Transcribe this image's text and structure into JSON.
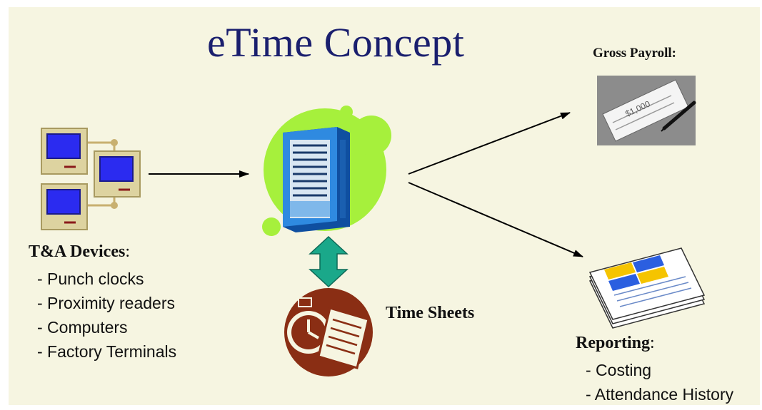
{
  "title": "eTime Concept",
  "devices": {
    "heading": "T&A Devices",
    "colon": ":",
    "items": [
      "- Punch clocks",
      "- Proximity readers",
      "- Computers",
      "- Factory Terminals"
    ]
  },
  "timesheets": {
    "label": "Time Sheets"
  },
  "payroll": {
    "label": "Gross Payroll:",
    "check_amount": "$1,000"
  },
  "reporting": {
    "heading": "Reporting",
    "colon": ":",
    "items": [
      "- Costing",
      "- Attendance History"
    ]
  },
  "colors": {
    "background": "#f6f5e1",
    "title": "#1a1f6e",
    "screen": "#2b2bf0",
    "blob": "#a6f03c",
    "server": "#1f7ad6",
    "arrow_teal": "#1aa88a",
    "clock": "#8a2e14"
  },
  "icons": [
    "computer-terminal-icon",
    "server-icon",
    "double-arrow-icon",
    "stopwatch-document-icon",
    "check-pen-icon",
    "report-stack-icon"
  ]
}
